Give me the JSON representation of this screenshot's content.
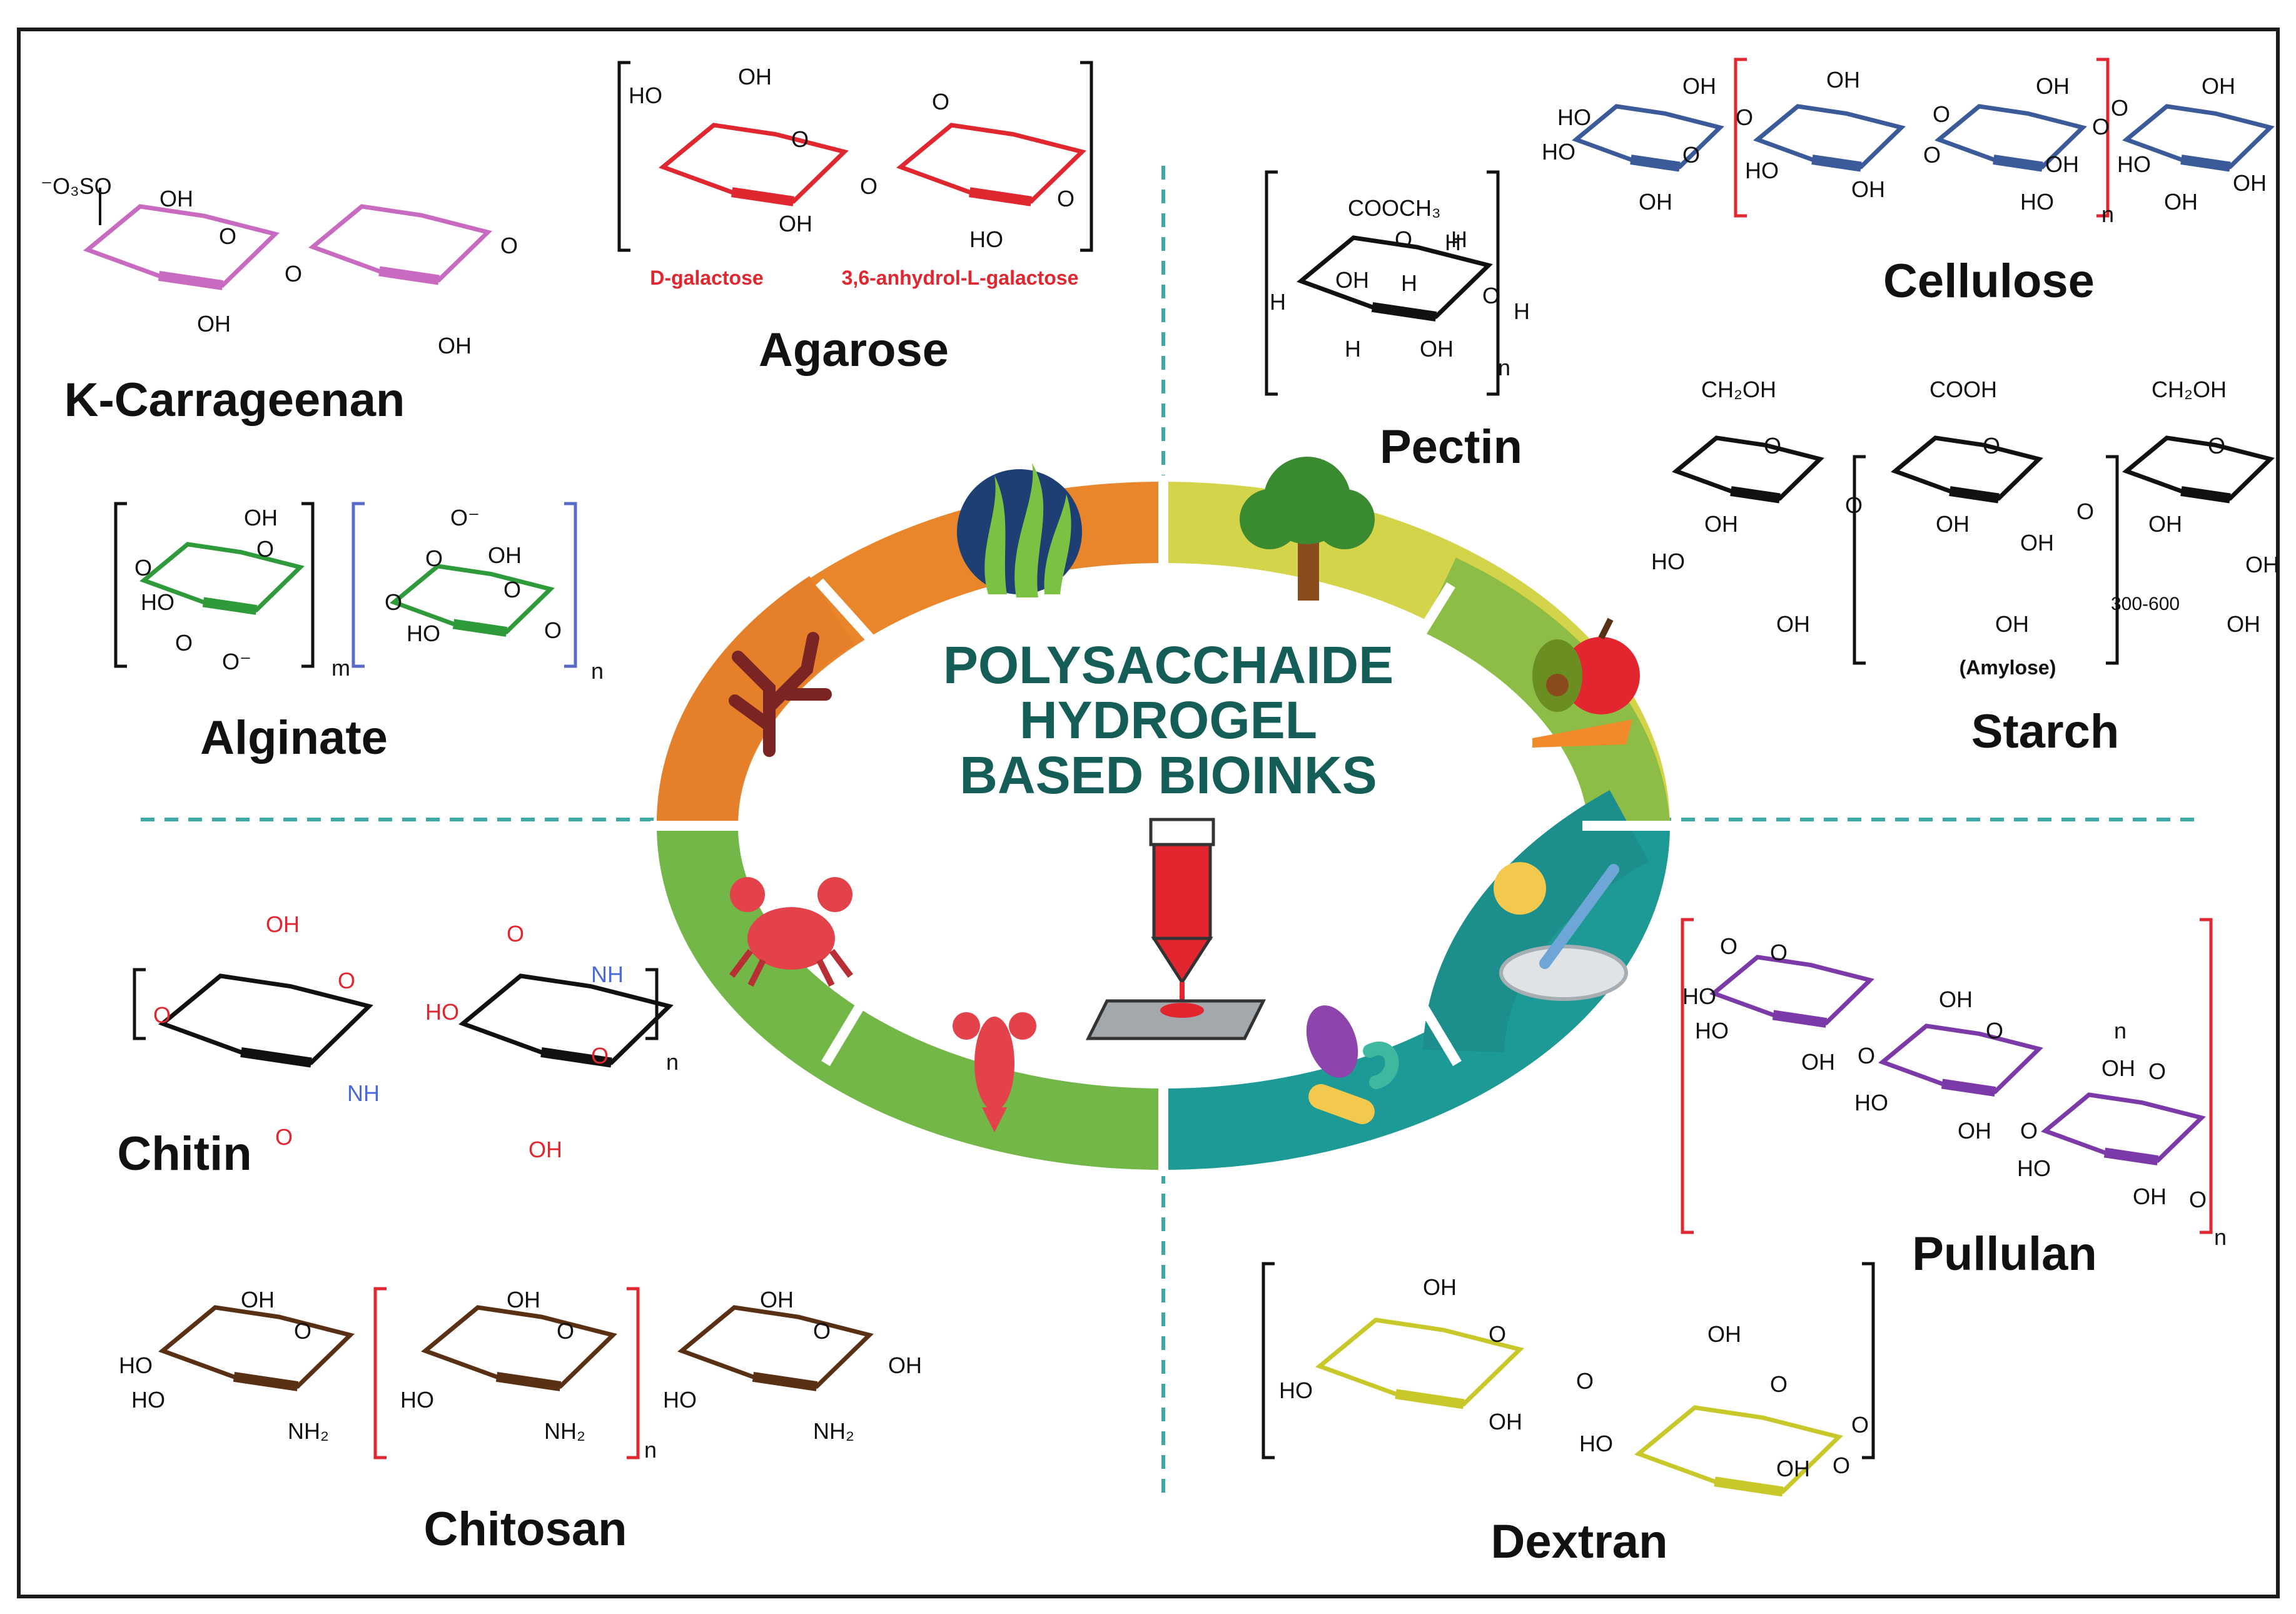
{
  "center": {
    "title_lines": [
      "POLYSACCHAIDE",
      "HYDROGEL",
      "BASED BIOINKS"
    ]
  },
  "polysaccharides": {
    "k_carrageenan": {
      "label": "K-Carrageenan",
      "atoms": [
        "⁻O₃SO",
        "OH",
        "O",
        "OH",
        "O",
        "OH",
        "O"
      ],
      "color": "#c86bc0"
    },
    "agarose": {
      "label": "Agarose",
      "atoms": [
        "HO",
        "OH",
        "O",
        "OH",
        "O",
        "O",
        "HO",
        "O"
      ],
      "units": [
        "D-galactose",
        "3,6-anhydrol-L-galactose"
      ],
      "color": "#e0262e"
    },
    "pectin": {
      "label": "Pectin",
      "atoms": [
        "COOCH₃",
        "O",
        "H",
        "OH",
        "H",
        "H",
        "H",
        "OH",
        "O",
        "H",
        "H",
        "n"
      ]
    },
    "cellulose": {
      "label": "Cellulose",
      "atoms": [
        "HO",
        "HO",
        "OH",
        "O",
        "OH",
        "O",
        "OH",
        "HO",
        "OH",
        "O",
        "OH",
        "O",
        "HO",
        "OH",
        "O",
        "O",
        "OH",
        "HO",
        "OH",
        "OH",
        "n"
      ],
      "color": "#3a5a9a"
    },
    "starch": {
      "label": "Starch",
      "atoms": [
        "CH₂OH",
        "COOH",
        "CH₂OH",
        "O",
        "O",
        "O",
        "O",
        "O",
        "OH",
        "OH",
        "OH",
        "HO",
        "OH",
        "OH",
        "OH",
        "OH",
        "OH"
      ],
      "repeat": "300-600",
      "note": "(Amylose)"
    },
    "alginate": {
      "label": "Alginate",
      "atoms": [
        "OH",
        "O",
        "HO",
        "O",
        "O⁻",
        "O",
        "OH",
        "O",
        "O",
        "HO",
        "O",
        "O⁻",
        "O",
        "m",
        "n"
      ],
      "color": "#2f9a3a"
    },
    "chitin": {
      "label": "Chitin",
      "atoms": [
        "OH",
        "O",
        "O",
        "NH",
        "O",
        "HO",
        "NH",
        "O",
        "O",
        "OH",
        "n"
      ]
    },
    "pullulan": {
      "label": "Pullulan",
      "atoms": [
        "O",
        "O",
        "HO",
        "HO",
        "OH",
        "O",
        "OH",
        "O",
        "HO",
        "OH",
        "O",
        "n",
        "OH",
        "O",
        "HO",
        "OH",
        "O",
        "n"
      ],
      "color": "#7b3aa8"
    },
    "chitosan": {
      "label": "Chitosan",
      "atoms": [
        "OH",
        "O",
        "HO",
        "HO",
        "NH₂",
        "OH",
        "O",
        "HO",
        "NH₂",
        "OH",
        "O",
        "HO",
        "NH₂",
        "OH",
        "n"
      ],
      "color": "#5a3015"
    },
    "dextran": {
      "label": "Dextran",
      "atoms": [
        "OH",
        "O",
        "O",
        "HO",
        "OH",
        "OH",
        "O",
        "O",
        "HO",
        "OH",
        "O"
      ],
      "color": "#c8c82a"
    }
  },
  "ring_segments": [
    {
      "name": "seaweed",
      "color": "#e9862c",
      "icons": [
        "seaweed-icon",
        "coral-icon"
      ]
    },
    {
      "name": "plants",
      "color": "#d4d44a",
      "icons": [
        "tree-icon",
        "fruit-vegetable-icon"
      ]
    },
    {
      "name": "microbial",
      "color": "#1d9a95",
      "icons": [
        "petri-dish-icon",
        "bacteria-icon"
      ]
    },
    {
      "name": "crustacean",
      "color": "#72b748",
      "icons": [
        "crab-icon",
        "lobster-icon"
      ]
    }
  ],
  "colors": {
    "border": "#1a1a1a",
    "dashed_divider": "#3fa8a8",
    "title_text": "#155e57",
    "bioink": "#e32530"
  }
}
